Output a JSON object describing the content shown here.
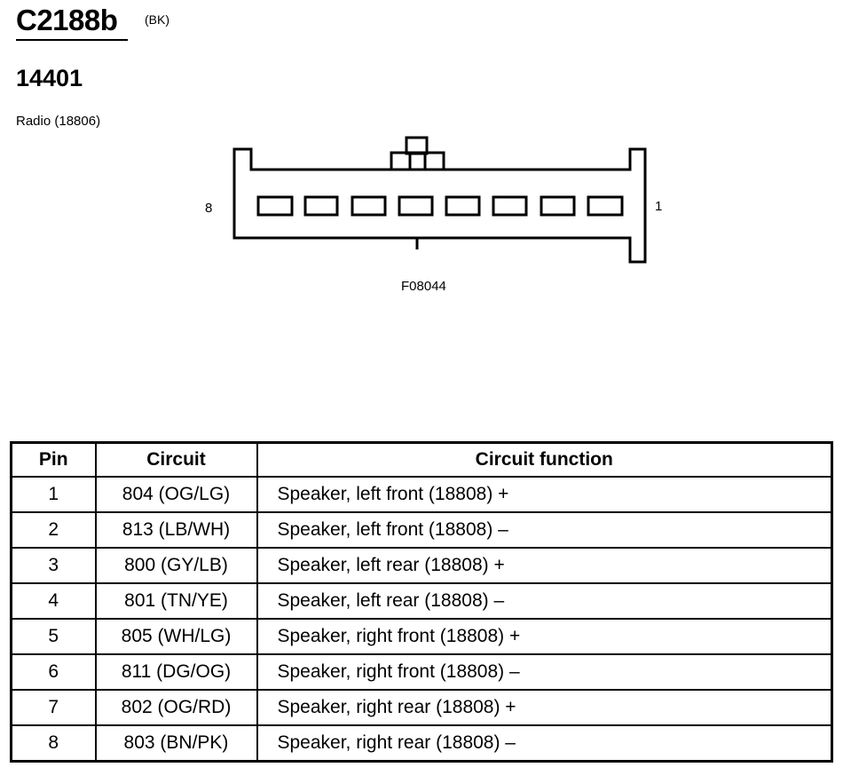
{
  "header": {
    "connector_id": "C2188b",
    "color_code": "(BK)",
    "part_number": "14401",
    "component": "Radio (18806)"
  },
  "diagram": {
    "label_left": "8",
    "label_right": "1",
    "figure_id": "F08044",
    "cavity_count": 8
  },
  "table": {
    "headers": {
      "pin": "Pin",
      "circuit": "Circuit",
      "function": "Circuit function"
    },
    "rows": [
      {
        "pin": "1",
        "circuit": "804 (OG/LG)",
        "function": "Speaker, left front (18808) +"
      },
      {
        "pin": "2",
        "circuit": "813 (LB/WH)",
        "function": "Speaker, left front (18808) –"
      },
      {
        "pin": "3",
        "circuit": "800 (GY/LB)",
        "function": "Speaker, left rear (18808) +"
      },
      {
        "pin": "4",
        "circuit": "801 (TN/YE)",
        "function": "Speaker, left rear (18808) –"
      },
      {
        "pin": "5",
        "circuit": "805 (WH/LG)",
        "function": "Speaker, right front (18808) +"
      },
      {
        "pin": "6",
        "circuit": "811 (DG/OG)",
        "function": "Speaker, right front (18808) –"
      },
      {
        "pin": "7",
        "circuit": "802 (OG/RD)",
        "function": "Speaker, right rear (18808) +"
      },
      {
        "pin": "8",
        "circuit": "803 (BN/PK)",
        "function": "Speaker, right rear (18808) –"
      }
    ]
  }
}
